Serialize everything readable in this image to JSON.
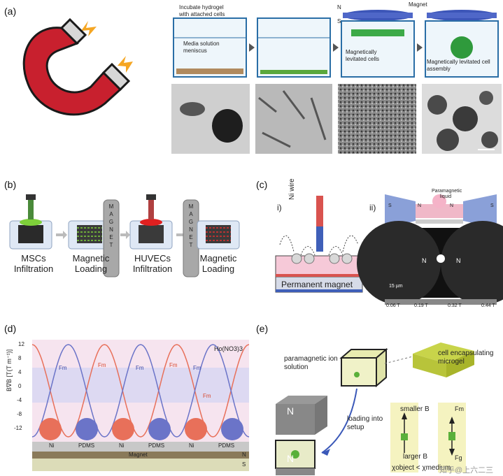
{
  "panels": {
    "a": {
      "label": "(a)",
      "step_labels": [
        "Incubate hydrogel with attached cells",
        "Media solution meniscus",
        "Magnetically levitated cells",
        "Magnetically levitated cell assembly"
      ],
      "magnet_label": "Magnet",
      "pole_n": "N",
      "pole_s": "S"
    },
    "b": {
      "label": "(b)",
      "magnet_text": "MAGNET",
      "steps": [
        "MSCs Infiltration",
        "Magnetic Loading",
        "HUVECs Infiltration",
        "Magnetic Loading"
      ]
    },
    "c": {
      "label": "(c)",
      "sub_i": "i)",
      "sub_ii": "ii)",
      "wire_label": "Ni wire",
      "base_label": "Permanent magnet",
      "liquid_label": "Paramagnetic liquid",
      "pole_s": "S",
      "pole_n": "N",
      "scale_label": "15 µm",
      "colorbar_ticks": [
        "0.06 T",
        "0.19 T",
        "0.32 T",
        "0.44 T"
      ]
    },
    "d": {
      "label": "(d)",
      "compound": "Ho(NO3)3",
      "ylabel": "B∇B [T(T m⁻¹)]",
      "yticks": [
        "12",
        "8",
        "4",
        "0",
        "-4",
        "-8",
        "-12"
      ],
      "force": "Fm",
      "strips": [
        "Ni",
        "PDMS",
        "Ni",
        "PDMS",
        "Ni",
        "PDMS"
      ],
      "magnet_label": "Magnet",
      "pole_n": "N",
      "pole_s": "S",
      "colors": {
        "red": "#e8705a",
        "blue": "#6b74c8"
      }
    },
    "e": {
      "label": "(e)",
      "ion_solution": "paramagnetic ion solution",
      "microgel": "cell encapsulating microgel",
      "loading": "loading into setup",
      "pole_n": "N",
      "smaller_b": "smaller B",
      "larger_b": "larger B",
      "fm": "Fm",
      "fg": "Fg",
      "chi": "χobject < χmedium",
      "watermark": "知乎@上六二三"
    }
  }
}
